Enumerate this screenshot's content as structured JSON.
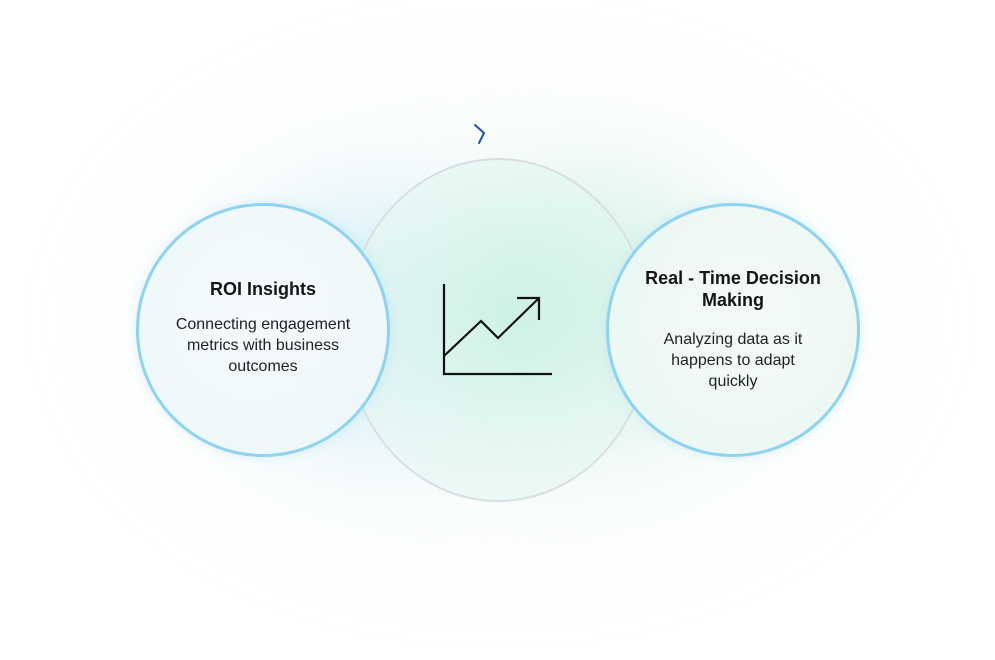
{
  "left_card": {
    "title": "ROI Insights",
    "description": "Connecting engagement metrics with business outcomes"
  },
  "right_card": {
    "title": "Real - Time Decision Making",
    "description": "Analyzing data as it happens to adapt quickly"
  },
  "center": {
    "icon": "trending-chart-icon"
  },
  "navigation": {
    "icon": "chevron-right-icon"
  },
  "colors": {
    "card_border": "#8fd3ef",
    "center_border": "#d9dfe0",
    "chevron": "#1f4fb0",
    "icon_stroke": "#111111",
    "text": "#1a1a1a"
  }
}
